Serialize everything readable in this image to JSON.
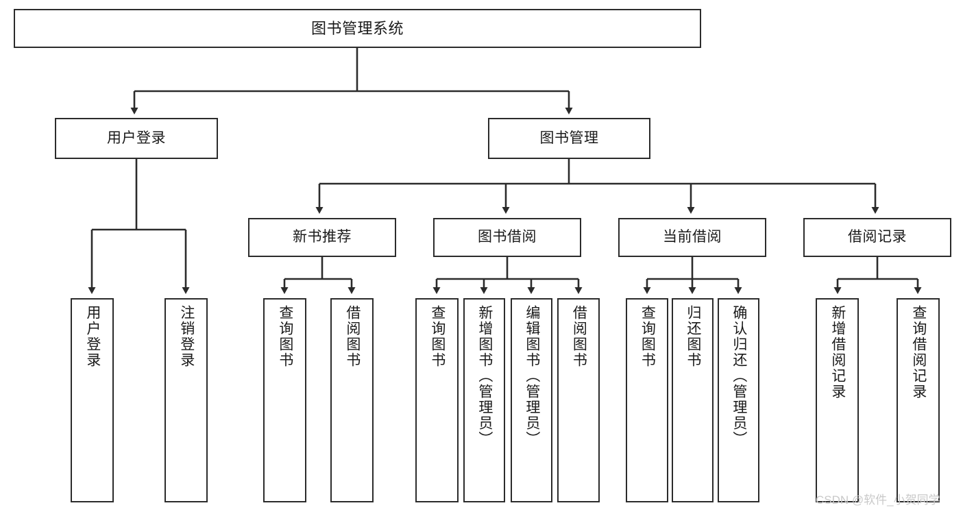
{
  "diagram": {
    "type": "hierarchy-tree",
    "title": "图书管理系统",
    "orientation": "top-down",
    "colors": {
      "box_border": "#2b2b2b",
      "box_fill": "#ffffff",
      "connector": "#2b2b2b",
      "watermark": "#c9c9c9",
      "background": "#ffffff"
    }
  },
  "nodes": {
    "root": {
      "label": "图书管理系统",
      "level": 1,
      "orientation": "horizontal"
    },
    "level2": [
      {
        "id": "user-login",
        "label": "用户登录",
        "orientation": "horizontal"
      },
      {
        "id": "book-management",
        "label": "图书管理",
        "orientation": "horizontal"
      }
    ],
    "level3": [
      {
        "id": "new-book-recommend",
        "label": "新书推荐",
        "orientation": "horizontal"
      },
      {
        "id": "book-borrow",
        "label": "图书借阅",
        "orientation": "horizontal"
      },
      {
        "id": "current-borrow",
        "label": "当前借阅",
        "orientation": "horizontal"
      },
      {
        "id": "borrow-record",
        "label": "借阅记录",
        "orientation": "horizontal"
      }
    ],
    "leaves": {
      "user-login": [
        {
          "id": "leaf-user-login",
          "label": "用户登录",
          "orientation": "vertical"
        },
        {
          "id": "leaf-logout-login",
          "label": "注销登录",
          "orientation": "vertical"
        }
      ],
      "new-book-recommend": [
        {
          "id": "leaf-query-books-1",
          "label": "查询图书",
          "orientation": "vertical"
        },
        {
          "id": "leaf-borrow-books-1",
          "label": "借阅图书",
          "orientation": "vertical"
        }
      ],
      "book-borrow": [
        {
          "id": "leaf-query-books-2",
          "label": "查询图书",
          "orientation": "vertical"
        },
        {
          "id": "leaf-add-book",
          "label": "新增图书（管理员）",
          "orientation": "vertical"
        },
        {
          "id": "leaf-edit-book",
          "label": "编辑图书（管理员）",
          "orientation": "vertical"
        },
        {
          "id": "leaf-borrow-books-2",
          "label": "借阅图书",
          "orientation": "vertical"
        }
      ],
      "current-borrow": [
        {
          "id": "leaf-query-books-3",
          "label": "查询图书",
          "orientation": "vertical"
        },
        {
          "id": "leaf-return-book",
          "label": "归还图书",
          "orientation": "vertical"
        },
        {
          "id": "leaf-confirm-return",
          "label": "确认归还（管理员）",
          "orientation": "vertical"
        }
      ],
      "borrow-record": [
        {
          "id": "leaf-add-record",
          "label": "新增借阅记录",
          "orientation": "vertical"
        },
        {
          "id": "leaf-query-record",
          "label": "查询借阅记录",
          "orientation": "vertical"
        }
      ]
    }
  },
  "watermark": {
    "text": "CSDN @软件_小贺同学"
  }
}
